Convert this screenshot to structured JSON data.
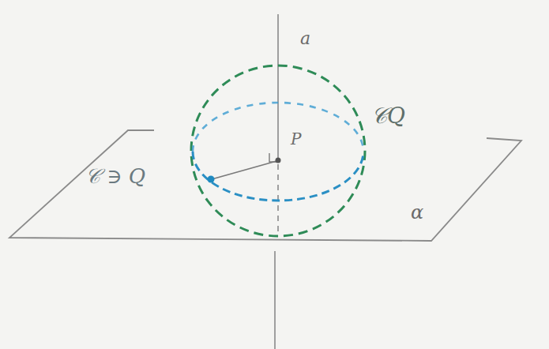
{
  "diagram": {
    "labels": [
      "a",
      "P",
      "𝒞Q",
      "𝒞 ∋ Q",
      "α"
    ]
  }
}
